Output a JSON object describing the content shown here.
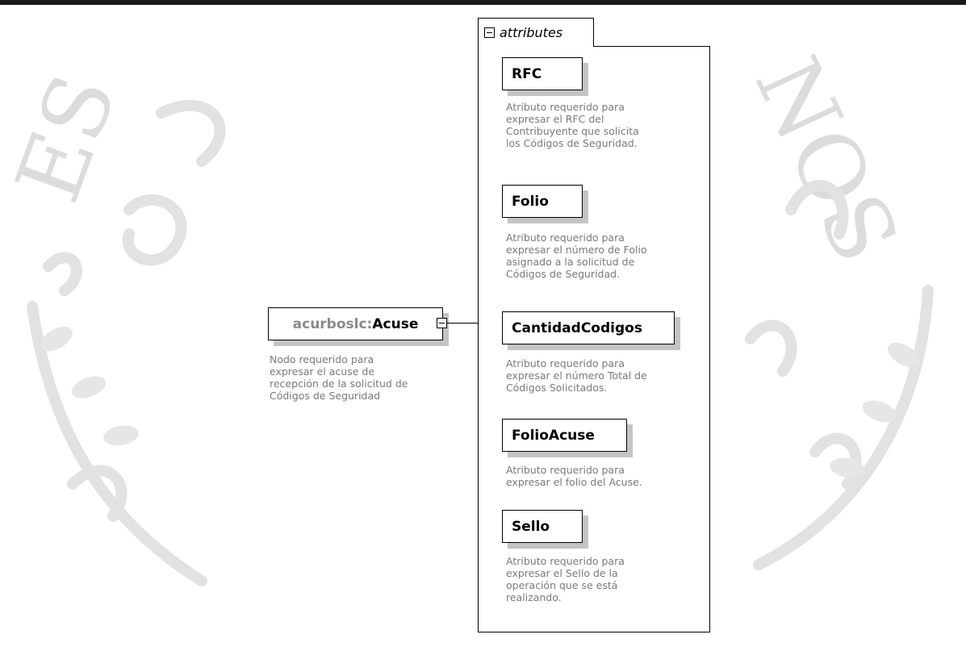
{
  "root_element": {
    "prefix": "acurboslc:",
    "name": "Acuse",
    "description": "Nodo requerido para\nexpresar el acuse de\nrecepción de la solicitud de\nCódigos de Seguridad"
  },
  "attributes_group": {
    "label": "attributes",
    "items": [
      {
        "name": "RFC",
        "description": "Atributo requerido para\nexpresar el RFC del\nContribuyente que solicita\nlos Códigos de Seguridad."
      },
      {
        "name": "Folio",
        "description": "Atributo requerido para\nexpresar el número de Folio\nasignado a la solicitud de\nCódigos de Seguridad."
      },
      {
        "name": "CantidadCodigos",
        "description": "Atributo requerido para\nexpresar el número Total de\nCódigos Solicitados."
      },
      {
        "name": "FolioAcuse",
        "description": "Atributo requerido para\nexpresar el folio del Acuse."
      },
      {
        "name": "Sello",
        "description": "Atributo requerido para\nexpresar el Sello de la\noperación que se está\nrealizando."
      }
    ]
  },
  "colors": {
    "border": "#000000",
    "shadow": "#c4c4c4",
    "description_text": "#7a7a7a",
    "prefix_text": "#8a8a8a",
    "watermark": "#dcdcdc"
  }
}
